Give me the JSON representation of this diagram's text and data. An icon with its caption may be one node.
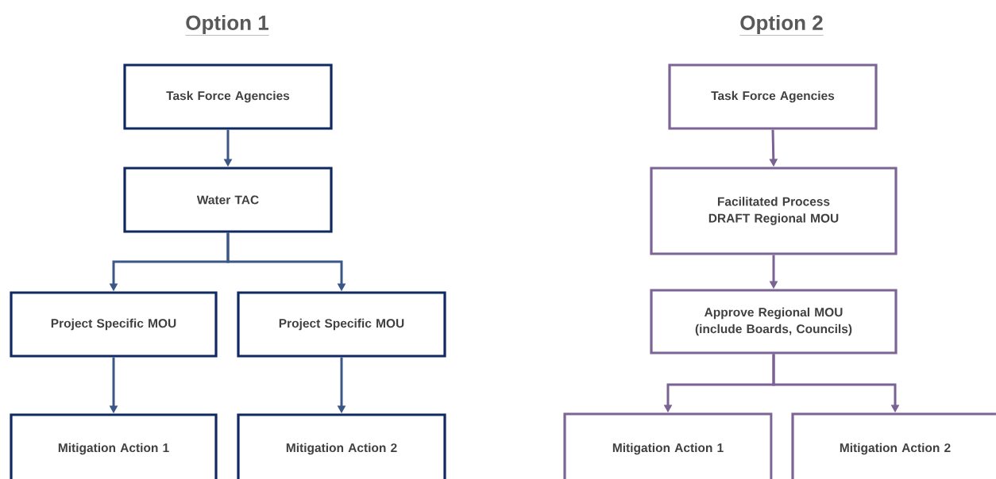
{
  "diagram": {
    "nodes": [
      {
        "text": [
          "Task Force Agencies"
        ]
      },
      {
        "text": [
          "Water TAC"
        ]
      },
      {
        "text": [
          "Project Specific MOU"
        ]
      },
      {
        "text": [
          "Project Specific MOU"
        ]
      },
      {
        "text": [
          "Mitigation Action 1"
        ]
      },
      {
        "text": [
          "Mitigation Action 2"
        ]
      },
      {
        "text": [
          "Task Force Agencies"
        ]
      },
      {
        "text": [
          "Facilitated Process DRAFT Regional MOU"
        ]
      },
      {
        "text": [
          "Approve Regional MOU (include Boards, Councils)"
        ]
      },
      {
        "text": [
          "Mitigation Action 1"
        ]
      },
      {
        "text": [
          "Mitigation Action 2"
        ]
      }
    ],
    "edges": [
      {
        "from": 0,
        "to": 1,
        "arrow": "to"
      },
      {
        "from": 1,
        "to": 2,
        "arrow": "to"
      },
      {
        "from": 1,
        "to": 3,
        "arrow": "to"
      },
      {
        "from": 2,
        "to": 4,
        "arrow": "to"
      },
      {
        "from": 3,
        "to": 5,
        "arrow": "to"
      },
      {
        "from": 6,
        "to": 7,
        "arrow": "to",
        "color": "#7b6294"
      },
      {
        "from": 7,
        "to": 8,
        "arrow": "to",
        "color": "#7b6294"
      },
      {
        "from": 8,
        "to": 9,
        "arrow": "to",
        "color": "#7b6294"
      },
      {
        "from": 8,
        "to": 10,
        "arrow": "to",
        "color": "#7b6294"
      }
    ],
    "labels": [
      "Option 1",
      "Option 2"
    ]
  }
}
